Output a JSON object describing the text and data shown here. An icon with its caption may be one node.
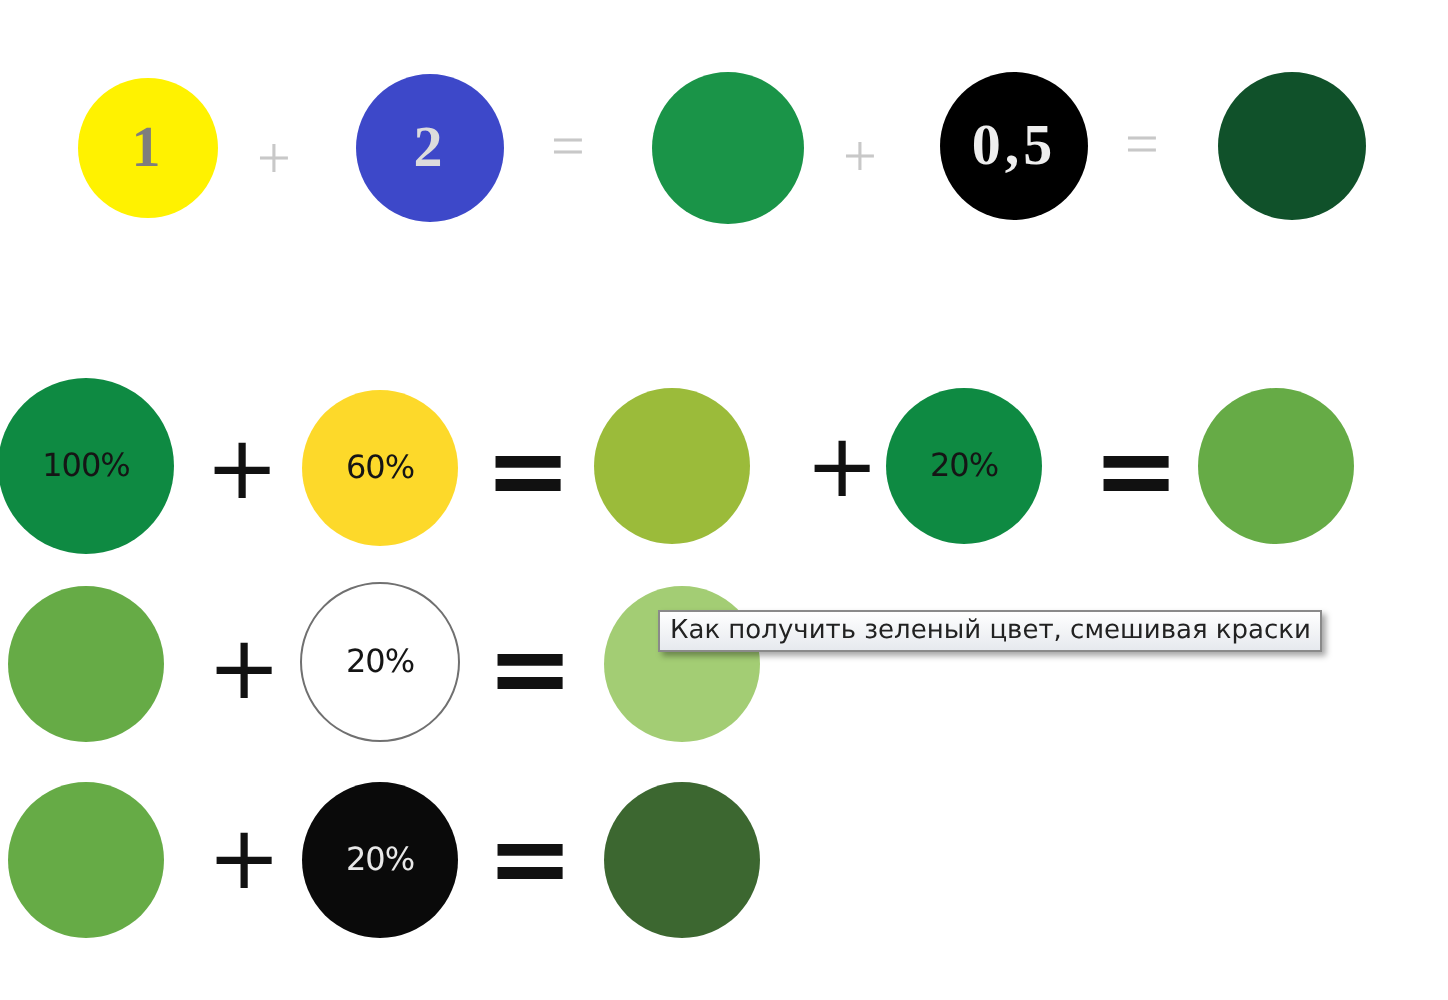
{
  "diagram": {
    "nodes": [
      {
        "text": [
          "1"
        ]
      },
      {
        "text": [
          "2"
        ]
      },
      {
        "text": [],
        "shape": "circle"
      },
      {
        "text": [
          "0,5"
        ]
      },
      {
        "text": [],
        "shape": "circle"
      },
      {
        "text": [
          "100%"
        ]
      },
      {
        "text": [
          "60%"
        ]
      },
      {
        "text": [],
        "shape": "circle"
      },
      {
        "text": [
          "20%"
        ]
      },
      {
        "text": [],
        "shape": "circle"
      },
      {
        "text": [],
        "shape": "circle"
      },
      {
        "text": [
          "20%"
        ]
      },
      {
        "text": [],
        "shape": "circle"
      },
      {
        "text": [],
        "shape": "circle"
      },
      {
        "text": [
          "20%"
        ]
      },
      {
        "text": [],
        "shape": "circle"
      }
    ],
    "labels": [
      "+",
      "=",
      "+",
      "=",
      "+",
      "=",
      "+",
      "=",
      "+",
      "=",
      "Как получить зеленый цвет, смешивая краски",
      "+",
      "="
    ]
  }
}
